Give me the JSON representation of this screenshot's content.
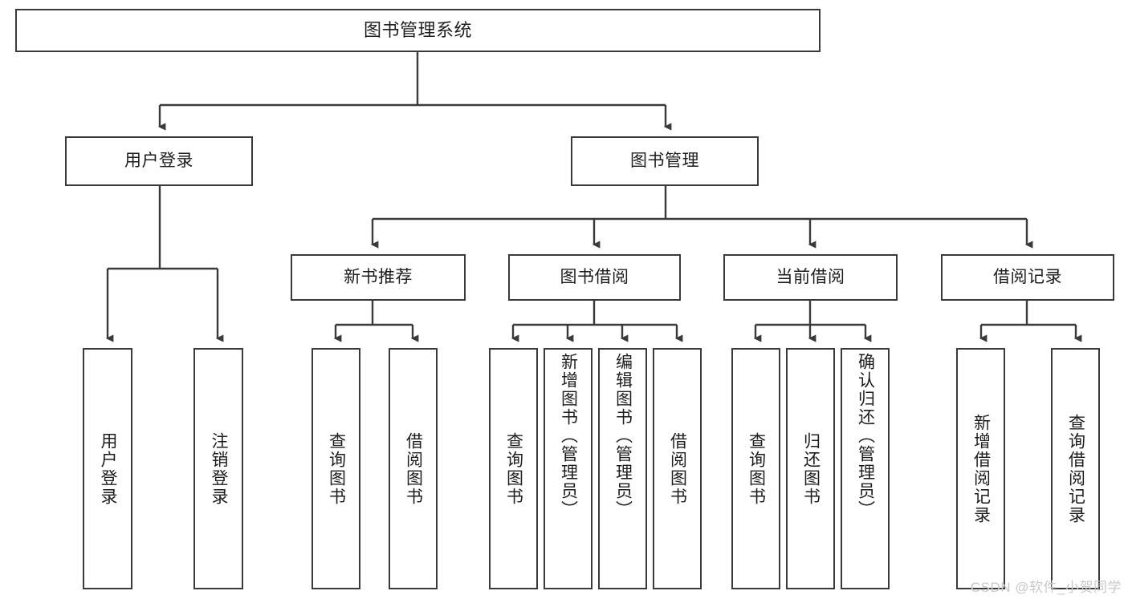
{
  "diagram": {
    "type": "tree",
    "title": "图书管理系统",
    "orientation": "top-down",
    "colors": {
      "node_border": "#3a3a3a",
      "node_fill": "#ffffff",
      "edge": "#3a3a3a",
      "text": "#1d1d1d",
      "watermark": "#c9c9c9"
    },
    "root": {
      "id": "root",
      "label": "图书管理系统"
    },
    "level2": [
      {
        "id": "user-login",
        "label": "用户登录"
      },
      {
        "id": "book-manage",
        "label": "图书管理"
      }
    ],
    "level3": [
      {
        "id": "new-book-rec",
        "label": "新书推荐"
      },
      {
        "id": "book-borrow",
        "label": "图书借阅"
      },
      {
        "id": "current-borrow",
        "label": "当前借阅"
      },
      {
        "id": "borrow-record",
        "label": "借阅记录"
      }
    ],
    "leaves": {
      "user_login": [
        {
          "id": "leaf-user-login",
          "label": "用户登录"
        },
        {
          "id": "leaf-logout",
          "label": "注销登录"
        }
      ],
      "new_book_rec": [
        {
          "id": "leaf-query-book-1",
          "label": "查询图书"
        },
        {
          "id": "leaf-borrow-book-1",
          "label": "借阅图书"
        }
      ],
      "book_borrow": [
        {
          "id": "leaf-query-book-2",
          "label": "查询图书"
        },
        {
          "id": "leaf-add-book",
          "label": "新增图书（管理员）"
        },
        {
          "id": "leaf-edit-book",
          "label": "编辑图书（管理员）"
        },
        {
          "id": "leaf-borrow-book-2",
          "label": "借阅图书"
        }
      ],
      "current_borrow": [
        {
          "id": "leaf-query-book-3",
          "label": "查询图书"
        },
        {
          "id": "leaf-return-book",
          "label": "归还图书"
        },
        {
          "id": "leaf-confirm-return",
          "label": "确认归还（管理员）"
        }
      ],
      "borrow_record": [
        {
          "id": "leaf-add-record",
          "label": "新增借阅记录"
        },
        {
          "id": "leaf-query-record",
          "label": "查询借阅记录"
        }
      ]
    }
  },
  "watermark": {
    "text": "CSDN @软件_小贺同学"
  }
}
